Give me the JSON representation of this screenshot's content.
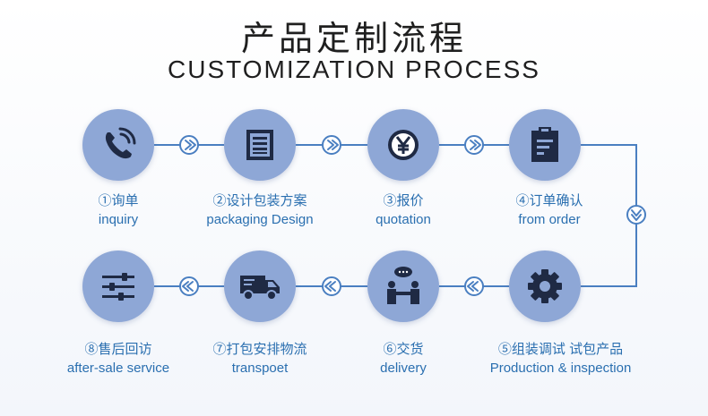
{
  "header": {
    "title_cn": "产品定制流程",
    "title_en": "CUSTOMIZATION PROCESS"
  },
  "steps": [
    {
      "cn": "①询单",
      "en": "inquiry",
      "icon": "phone-icon"
    },
    {
      "cn": "②设计包装方案",
      "en": "packaging Design",
      "icon": "document-icon"
    },
    {
      "cn": "③报价",
      "en": "quotation",
      "icon": "yen-coin-icon"
    },
    {
      "cn": "④订单确认",
      "en": "from order",
      "icon": "clipboard-icon"
    },
    {
      "cn": "⑤组装调试  试包产品",
      "en": "Production & inspection",
      "icon": "gear-icon"
    },
    {
      "cn": "⑥交货",
      "en": "delivery",
      "icon": "handshake-icon"
    },
    {
      "cn": "⑦打包安排物流",
      "en": "transpoet",
      "icon": "truck-icon"
    },
    {
      "cn": "⑧售后回访",
      "en": "after-sale service",
      "icon": "sliders-icon"
    }
  ],
  "colors": {
    "circle": "#8ea7d6",
    "line": "#4a7fc1",
    "label": "#2a6fb0",
    "icon": "#1f2a44"
  }
}
